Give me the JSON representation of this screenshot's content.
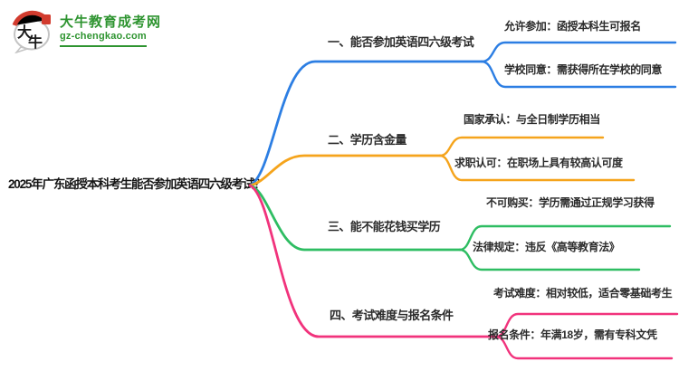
{
  "logo": {
    "icon_chars": [
      "大",
      "牛"
    ],
    "site_name": "大牛教育成考网",
    "site_url": "gz-chengkao.com",
    "brand_color": "#2e9430",
    "accent_red": "#d23b2e"
  },
  "mindmap": {
    "title": "2025年广东函授本科考生能否参加英语四六级考试？",
    "branches": [
      {
        "label": "一、能否参加英语四六级考试",
        "color": "#2c7ee3",
        "children": [
          "允许参加：函授本科生可报名",
          "学校同意：需获得所在学校的同意"
        ]
      },
      {
        "label": "二、学历含金量",
        "color": "#f5a41c",
        "children": [
          "国家承认：与全日制学历相当",
          "求职认可：在职场上具有较高认可度"
        ]
      },
      {
        "label": "三、能不能花钱买学历",
        "color": "#2ebd62",
        "children": [
          "不可购买：学历需通过正规学习获得",
          "法律规定：违反《高等教育法》"
        ]
      },
      {
        "label": "四、考试难度与报名条件",
        "color": "#f1337c",
        "children": [
          "考试难度：相对较低，适合零基础考生",
          "报名条件：年满18岁，需有专科文凭"
        ]
      }
    ]
  }
}
